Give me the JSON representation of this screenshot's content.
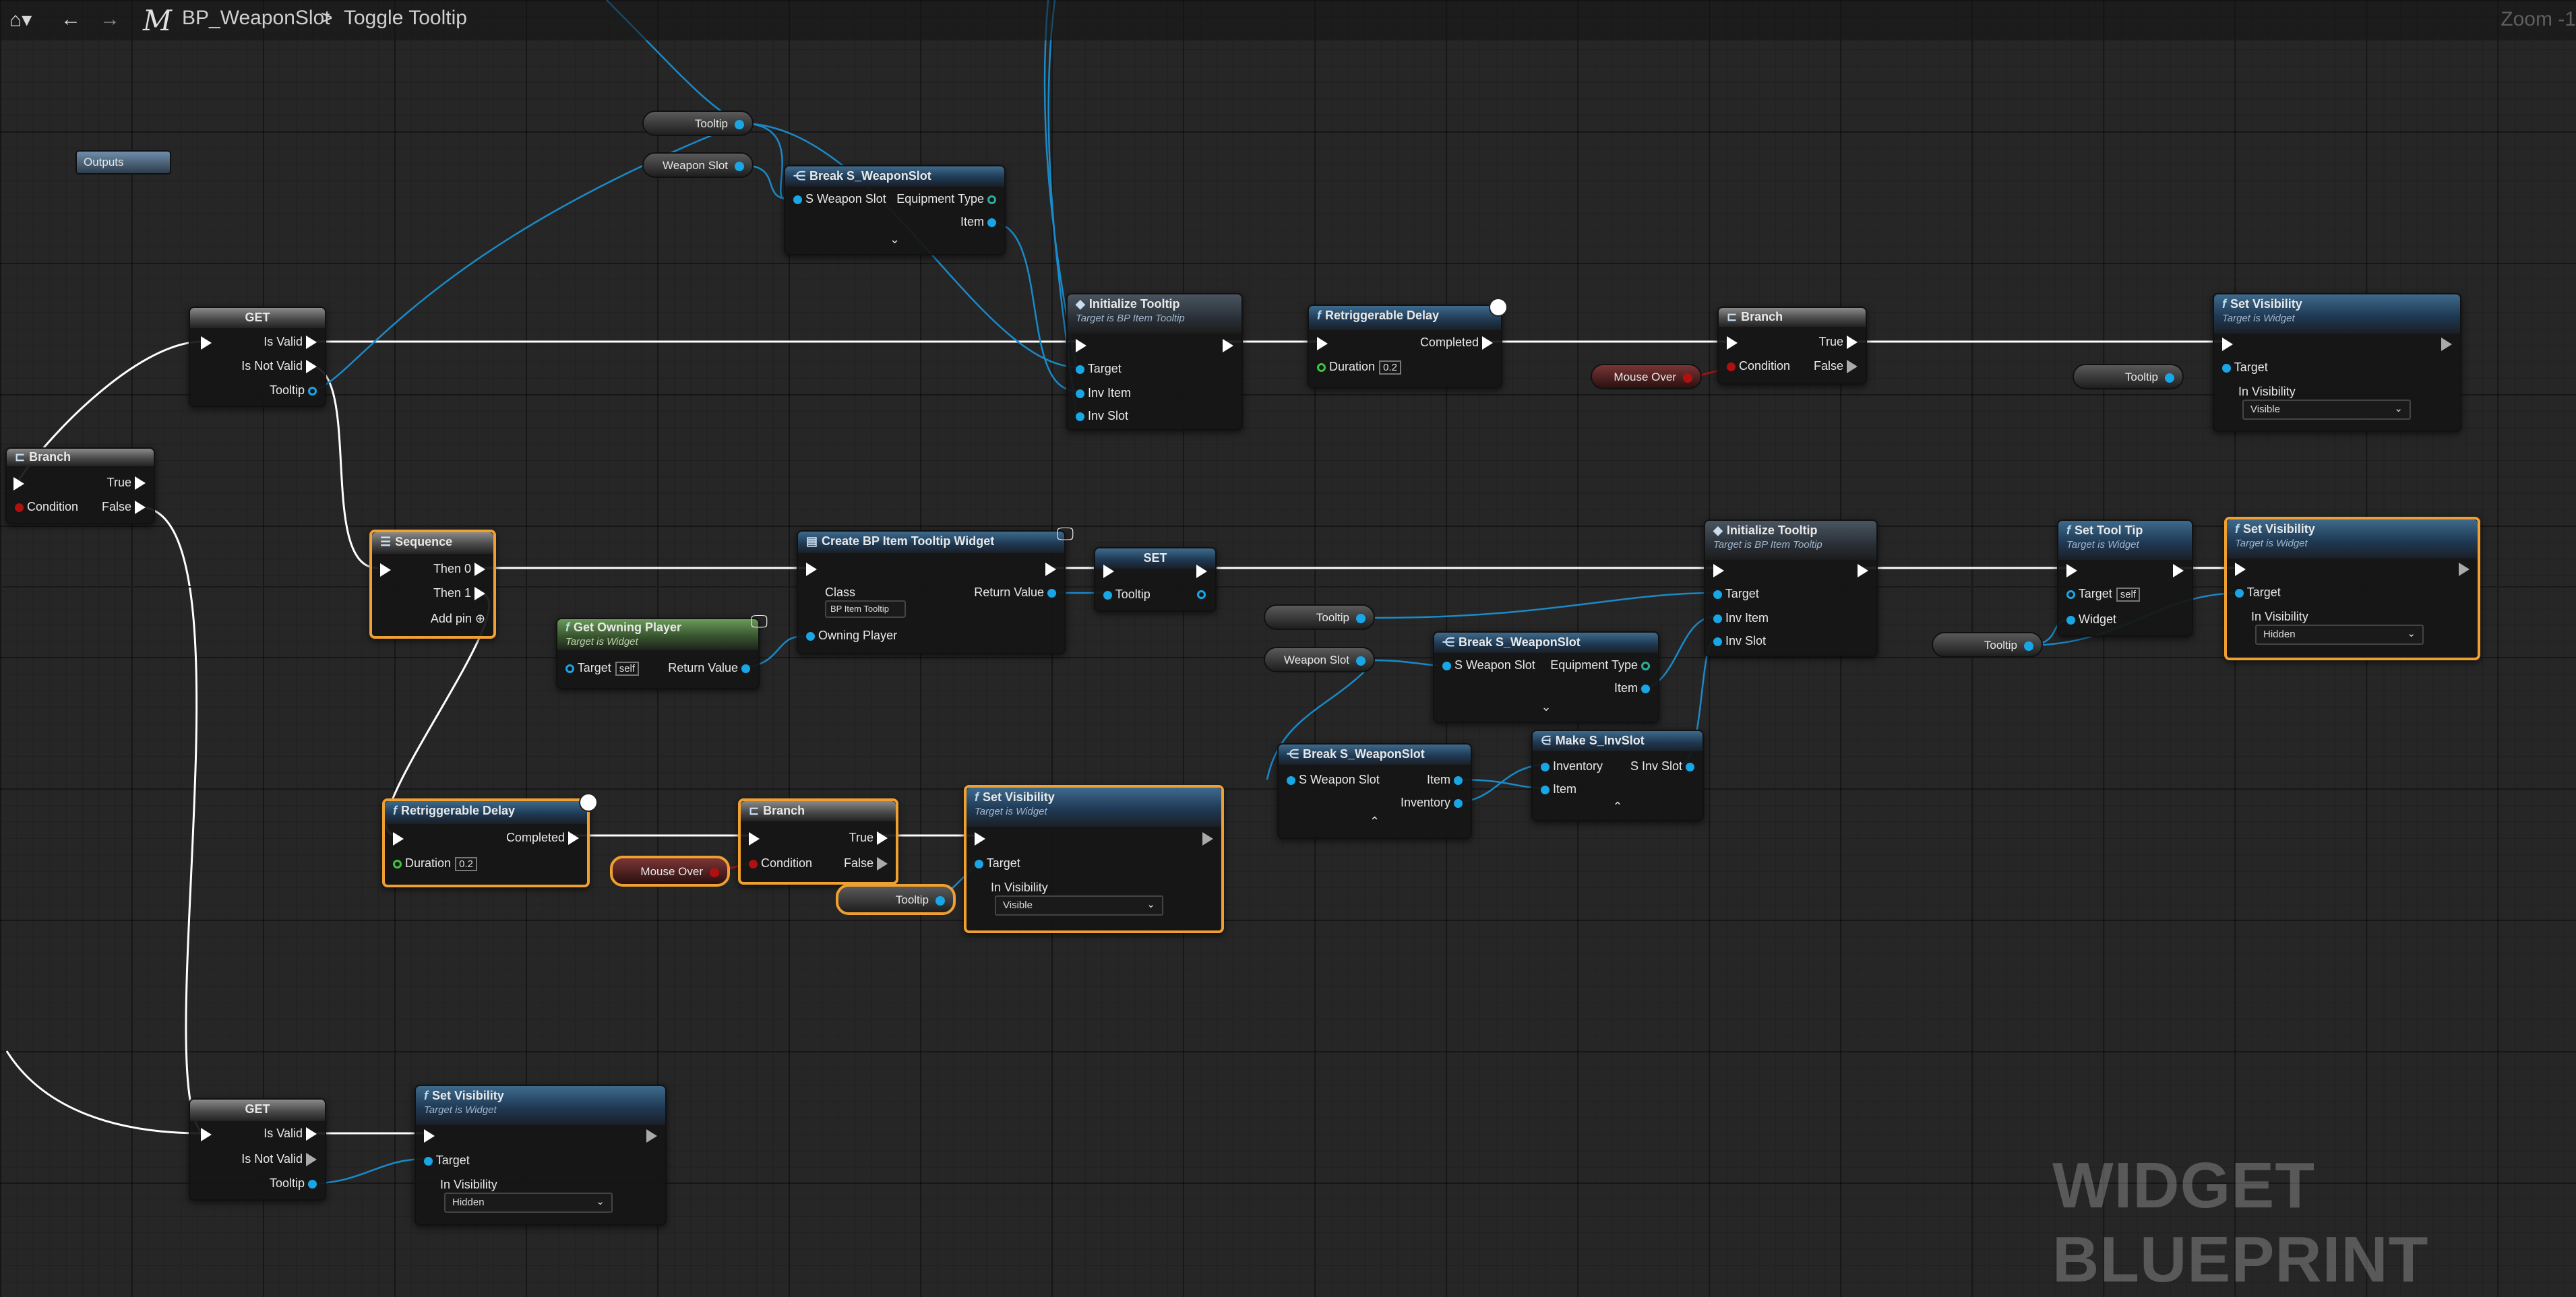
{
  "toolbar": {
    "breadcrumb_root": "BP_WeaponSlot",
    "separator": ">",
    "breadcrumb_child": "Toggle Tooltip",
    "zoom": "Zoom -1"
  },
  "watermark": "WIDGET BLUEPRINT",
  "colors": {
    "exec": "#ffffff",
    "object_pin": "#19a6e6",
    "bool_pin": "#b01010",
    "float_pin": "#3cc83c",
    "selected_outline": "#f0a030"
  },
  "outputs": {
    "label": "Outputs"
  },
  "vars": {
    "tooltip": "Tooltip",
    "weapon_slot": "Weapon Slot",
    "mouse_over": "Mouse Over"
  },
  "get_top": {
    "title": "GET",
    "is_valid": "Is Valid",
    "is_not_valid": "Is Not Valid",
    "tooltip": "Tooltip"
  },
  "branch_left": {
    "title": "Branch",
    "true": "True",
    "condition": "Condition",
    "false": "False"
  },
  "break_top": {
    "title": "Break S_WeaponSlot",
    "in": "S Weapon Slot",
    "equip": "Equipment Type",
    "item": "Item"
  },
  "init_top": {
    "title": "Initialize Tooltip",
    "sub": "Target is BP Item Tooltip",
    "target": "Target",
    "inv_item": "Inv Item",
    "inv_slot": "Inv Slot"
  },
  "delay_top": {
    "title": "Retriggerable Delay",
    "completed": "Completed",
    "duration": "Duration",
    "duration_val": "0.2"
  },
  "branch_top": {
    "title": "Branch",
    "true": "True",
    "condition": "Condition",
    "false": "False"
  },
  "setvis_top": {
    "title": "Set Visibility",
    "sub": "Target is Widget",
    "target": "Target",
    "in_vis": "In Visibility",
    "value": "Visible"
  },
  "sequence": {
    "title": "Sequence",
    "then0": "Then 0",
    "then1": "Then 1",
    "add_pin": "Add pin"
  },
  "create_widget": {
    "title": "Create BP Item Tooltip Widget",
    "class": "Class",
    "class_val": "BP Item Tooltip",
    "return_value": "Return Value",
    "owning_player": "Owning Player"
  },
  "set_node": {
    "title": "SET",
    "tooltip": "Tooltip"
  },
  "get_owning": {
    "title": "Get Owning Player",
    "sub": "Target is Widget",
    "target": "Target",
    "self": "self",
    "return_value": "Return Value"
  },
  "init_mid": {
    "title": "Initialize Tooltip",
    "sub": "Target is BP Item Tooltip",
    "target": "Target",
    "inv_item": "Inv Item",
    "inv_slot": "Inv Slot"
  },
  "break_mid": {
    "title": "Break S_WeaponSlot",
    "in": "S Weapon Slot",
    "equip": "Equipment Type",
    "item": "Item"
  },
  "break_low": {
    "title": "Break S_WeaponSlot",
    "in": "S Weapon Slot",
    "item": "Item",
    "inventory": "Inventory"
  },
  "make_invslot": {
    "title": "Make S_InvSlot",
    "inventory": "Inventory",
    "out": "S Inv Slot",
    "item": "Item"
  },
  "set_tooltip": {
    "title": "Set Tool Tip",
    "sub": "Target is Widget",
    "target": "Target",
    "self": "self",
    "widget": "Widget"
  },
  "setvis_mid": {
    "title": "Set Visibility",
    "sub": "Target is Widget",
    "target": "Target",
    "in_vis": "In Visibility",
    "value": "Hidden"
  },
  "delay_low": {
    "title": "Retriggerable Delay",
    "completed": "Completed",
    "duration": "Duration",
    "duration_val": "0.2"
  },
  "branch_low": {
    "title": "Branch",
    "true": "True",
    "condition": "Condition",
    "false": "False"
  },
  "setvis_low": {
    "title": "Set Visibility",
    "sub": "Target is Widget",
    "target": "Target",
    "in_vis": "In Visibility",
    "value": "Visible"
  },
  "get_bottom": {
    "title": "GET",
    "is_valid": "Is Valid",
    "is_not_valid": "Is Not Valid",
    "tooltip": "Tooltip"
  },
  "setvis_bottom": {
    "title": "Set Visibility",
    "sub": "Target is Widget",
    "target": "Target",
    "in_vis": "In Visibility",
    "value": "Hidden"
  }
}
